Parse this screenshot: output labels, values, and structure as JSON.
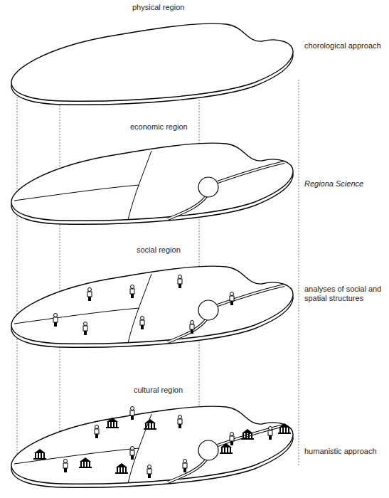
{
  "diagram": {
    "nodes": [
      {
        "text": [
          "physical region"
        ]
      },
      {
        "text": [
          "economic region"
        ]
      },
      {
        "text": [
          "social region"
        ]
      },
      {
        "text": [
          "cultural region"
        ]
      }
    ],
    "labels": [
      "chorological approach",
      "Regiona Science",
      "analyses of social and spatial structures",
      "humanistic approach"
    ]
  }
}
